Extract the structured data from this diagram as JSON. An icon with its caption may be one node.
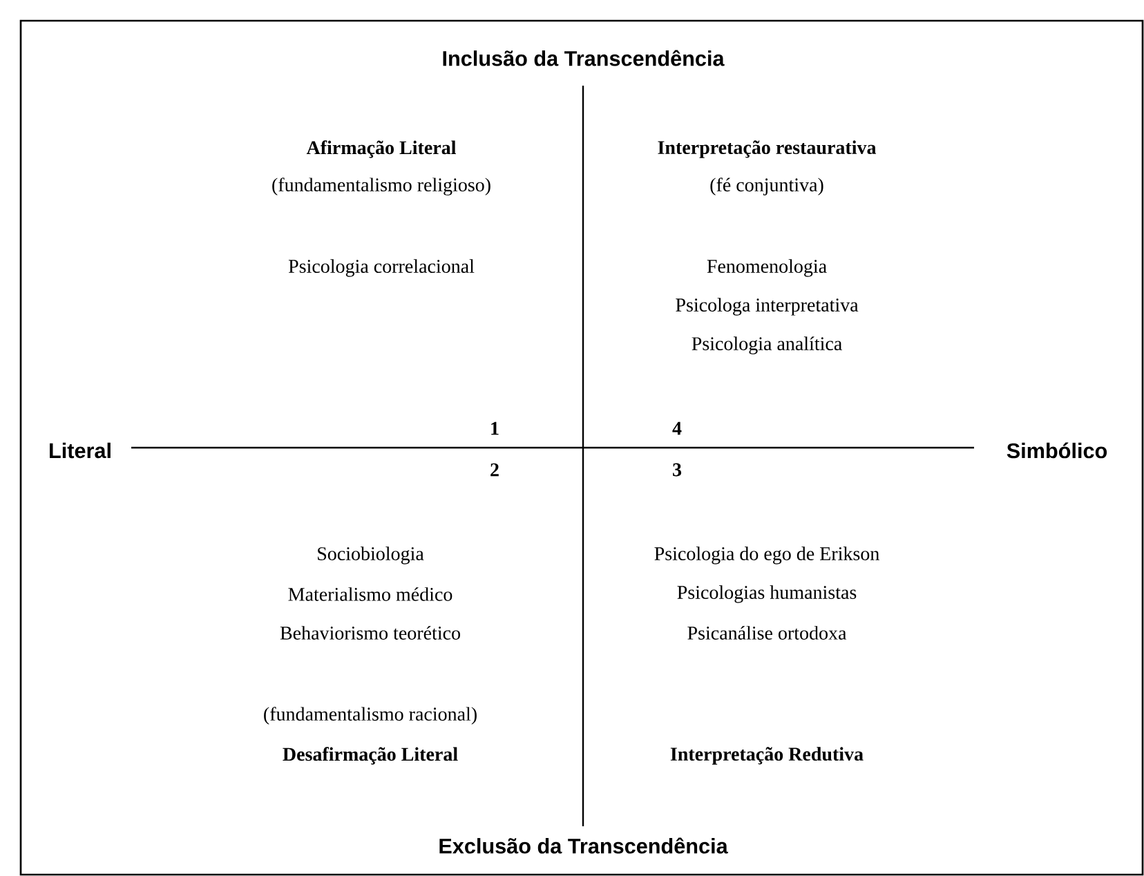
{
  "diagram": {
    "labels": [
      "Inclusão da Transcendência",
      "Afirmação Literal",
      "Interpretação restaurativa",
      "(fundamentalismo religioso)",
      "(fé conjuntiva)",
      "Psicologia correlacional",
      "Fenomenologia",
      "Psicologa interpretativa",
      "Psicologia analítica",
      "Literal",
      "1",
      "4",
      "Simbólico",
      "2",
      "3",
      "Sociobiologia",
      "Psicologia do ego de Erikson",
      "Materialismo médico",
      "Psicologias humanistas",
      "Behaviorismo teorético",
      "Psicanálise ortodoxa",
      "(fundamentalismo racional)",
      "Desafirmação Literal",
      "Interpretação Redutiva",
      "Exclusão da Transcendência"
    ]
  }
}
